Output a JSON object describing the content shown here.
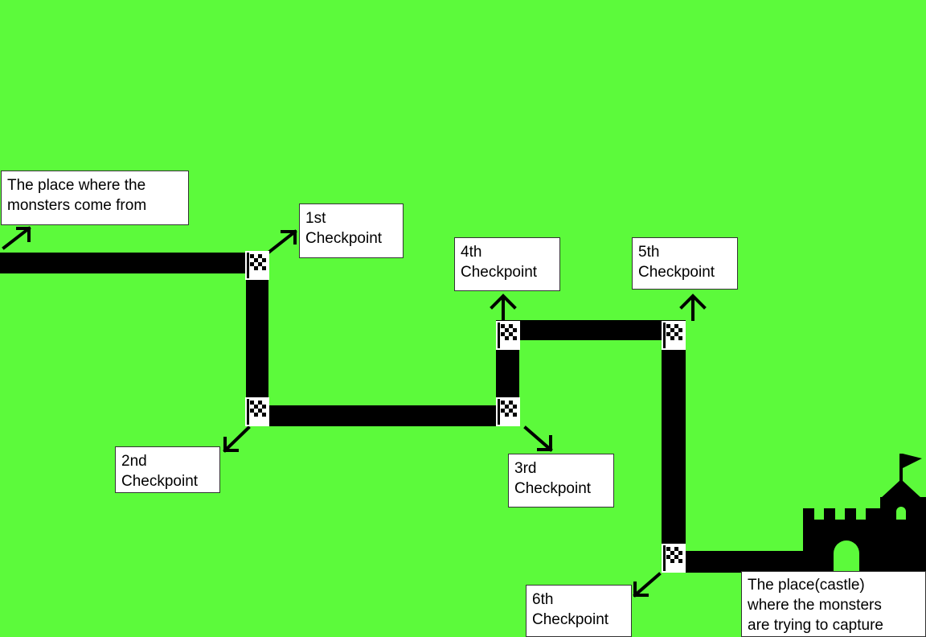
{
  "scene": {
    "background_color": "#5cfa3b",
    "path_color": "#000000"
  },
  "labels": {
    "spawn": "The place where the\nmonsters come from",
    "checkpoint_1": "1st\nCheckpoint",
    "checkpoint_2": "2nd\nCheckpoint",
    "checkpoint_3": "3rd\nCheckpoint",
    "checkpoint_4": "4th\nCheckpoint",
    "checkpoint_5": "5th\nCheckpoint",
    "checkpoint_6": "6th\nCheckpoint",
    "castle": "The place(castle)\nwhere the monsters\nare trying to capture"
  },
  "icons": {
    "checkpoint_flag": "checkered-flag-icon",
    "castle": "castle-icon",
    "arrow": "arrow-icon"
  }
}
